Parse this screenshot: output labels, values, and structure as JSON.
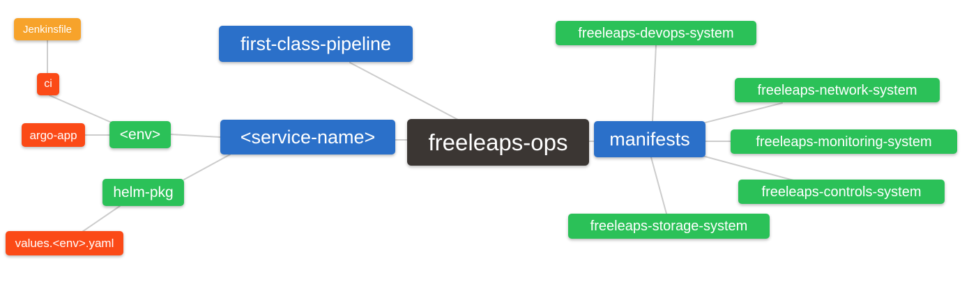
{
  "diagram": {
    "type": "mindmap",
    "root": "freeleaps-ops",
    "background": "#ffffff"
  },
  "palette": {
    "blue": "#2B70C9",
    "green": "#2BC158",
    "red_orange": "#FB4A17",
    "orange": "#F7A32B",
    "dark": "#3B3633",
    "edge_gray": "#CCCCCC",
    "node_text": "#FFFFFF"
  },
  "nodes": {
    "jenkinsfile": {
      "label": "Jenkinsfile",
      "color": "#F7A32B"
    },
    "ci": {
      "label": "ci",
      "color": "#FB4A17"
    },
    "argo_app": {
      "label": "argo-app",
      "color": "#FB4A17"
    },
    "env": {
      "label": "<env>",
      "color": "#2BC158"
    },
    "helm_pkg": {
      "label": "helm-pkg",
      "color": "#2BC158"
    },
    "values_env_yaml": {
      "label": "values.<env>.yaml",
      "color": "#FB4A17"
    },
    "first_class_pipeline": {
      "label": "first-class-pipeline",
      "color": "#2B70C9"
    },
    "service_name": {
      "label": "<service-name>",
      "color": "#2B70C9"
    },
    "freeleaps_ops": {
      "label": "freeleaps-ops",
      "color": "#3B3633"
    },
    "manifests": {
      "label": "manifests",
      "color": "#2B70C9"
    },
    "devops_system": {
      "label": "freeleaps-devops-system",
      "color": "#2BC158"
    },
    "network_system": {
      "label": "freeleaps-network-system",
      "color": "#2BC158"
    },
    "monitoring_system": {
      "label": "freeleaps-monitoring-system",
      "color": "#2BC158"
    },
    "controls_system": {
      "label": "freeleaps-controls-system",
      "color": "#2BC158"
    },
    "storage_system": {
      "label": "freeleaps-storage-system",
      "color": "#2BC158"
    }
  },
  "tree": {
    "label": "freeleaps-ops",
    "children": [
      {
        "label": "first-class-pipeline",
        "children": []
      },
      {
        "label": "<service-name>",
        "children": [
          {
            "label": "<env>",
            "children": [
              {
                "label": "ci",
                "children": [
                  {
                    "label": "Jenkinsfile",
                    "children": []
                  }
                ]
              },
              {
                "label": "argo-app",
                "children": []
              }
            ]
          },
          {
            "label": "helm-pkg",
            "children": [
              {
                "label": "values.<env>.yaml",
                "children": []
              }
            ]
          }
        ]
      },
      {
        "label": "manifests",
        "children": [
          {
            "label": "freeleaps-devops-system",
            "children": []
          },
          {
            "label": "freeleaps-network-system",
            "children": []
          },
          {
            "label": "freeleaps-monitoring-system",
            "children": []
          },
          {
            "label": "freeleaps-controls-system",
            "children": []
          },
          {
            "label": "freeleaps-storage-system",
            "children": []
          }
        ]
      }
    ]
  }
}
